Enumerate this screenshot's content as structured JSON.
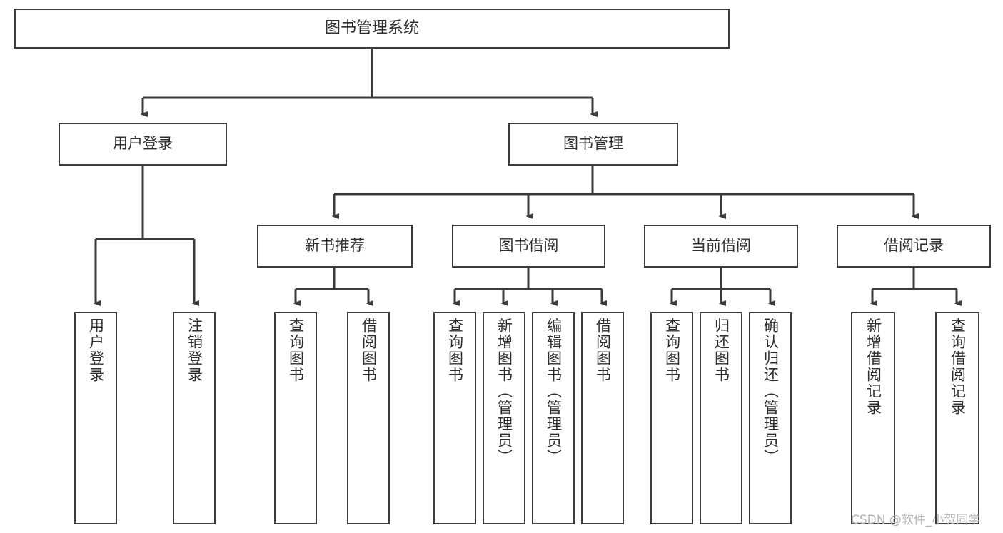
{
  "diagram": {
    "title": "图书管理系统",
    "type": "hierarchy-tree",
    "watermark": "CSDN @软件_小贺同学",
    "colors": {
      "stroke": "#3b3b3b",
      "fill": "#ffffff",
      "text": "#2f2f2f",
      "watermark": "#b4b4b4"
    },
    "nodes": {
      "root": {
        "label": "图书管理系统"
      },
      "level1": [
        {
          "label": "用户登录"
        },
        {
          "label": "图书管理"
        }
      ],
      "level2": [
        {
          "label": "新书推荐"
        },
        {
          "label": "图书借阅"
        },
        {
          "label": "当前借阅"
        },
        {
          "label": "借阅记录"
        }
      ],
      "leaves": {
        "user_login": [
          {
            "label": "用户登录"
          },
          {
            "label": "注销登录"
          }
        ],
        "new_book": [
          {
            "label": "查询图书"
          },
          {
            "label": "借阅图书"
          }
        ],
        "book_borrow": [
          {
            "label": "查询图书"
          },
          {
            "label": "新增图书（管理员）"
          },
          {
            "label": "编辑图书（管理员）"
          },
          {
            "label": "借阅图书"
          }
        ],
        "current_borrow": [
          {
            "label": "查询图书"
          },
          {
            "label": "归还图书"
          },
          {
            "label": "确认归还（管理员）"
          }
        ],
        "borrow_record": [
          {
            "label": "新增借阅记录"
          },
          {
            "label": "查询借阅记录"
          }
        ]
      }
    }
  }
}
